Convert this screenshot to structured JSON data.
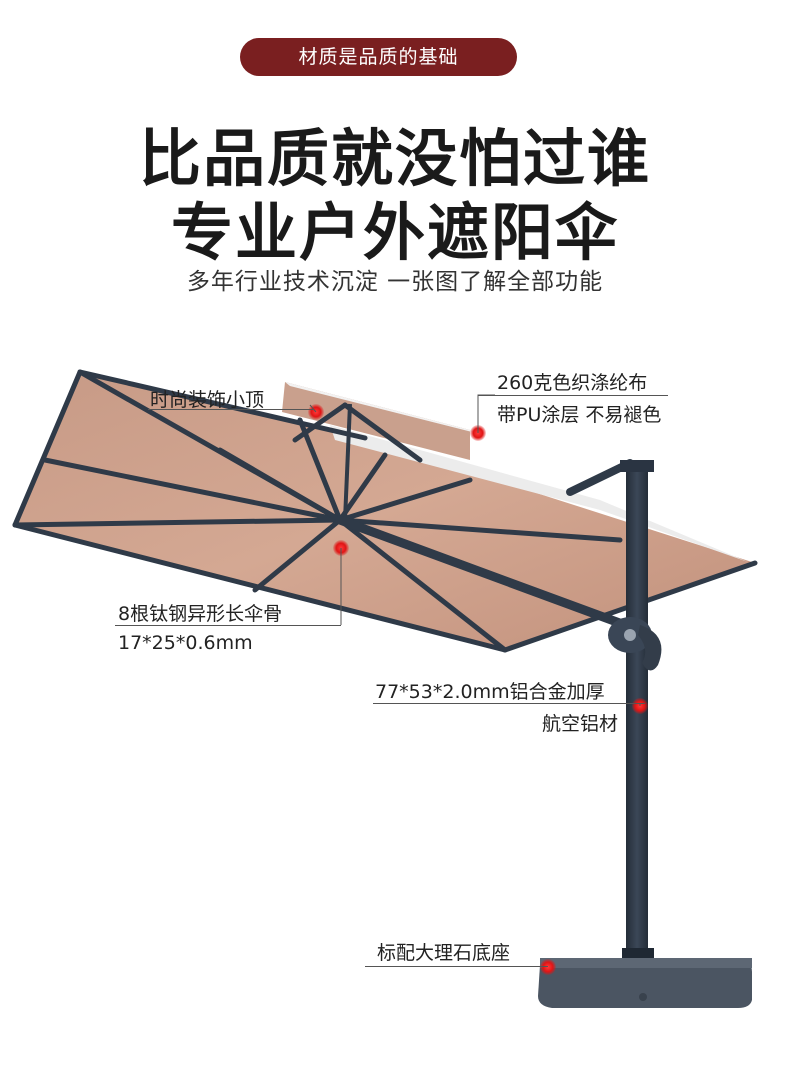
{
  "badge": "材质是品质的基础",
  "headline": {
    "line1": "比品质就没怕过谁",
    "line2": "专业户外遮阳伞"
  },
  "subhead": "多年行业技术沉淀 一张图了解全部功能",
  "callouts": {
    "top_ornament": "时尚装饰小顶",
    "fabric_line1": "260克色织涤纶布",
    "fabric_line2": "带PU涂层 不易褪色",
    "ribs_line1": "8根钛钢异形长伞骨",
    "ribs_line2": "17*25*0.6mm",
    "pole_line1": "77*53*2.0mm铝合金加厚",
    "pole_line2": "航空铝材",
    "base": "标配大理石底座"
  },
  "colors": {
    "badge_bg": "#7a1f20",
    "canopy": "#cfa28d",
    "frame": "#2f3a48",
    "marker": "#e01515"
  }
}
